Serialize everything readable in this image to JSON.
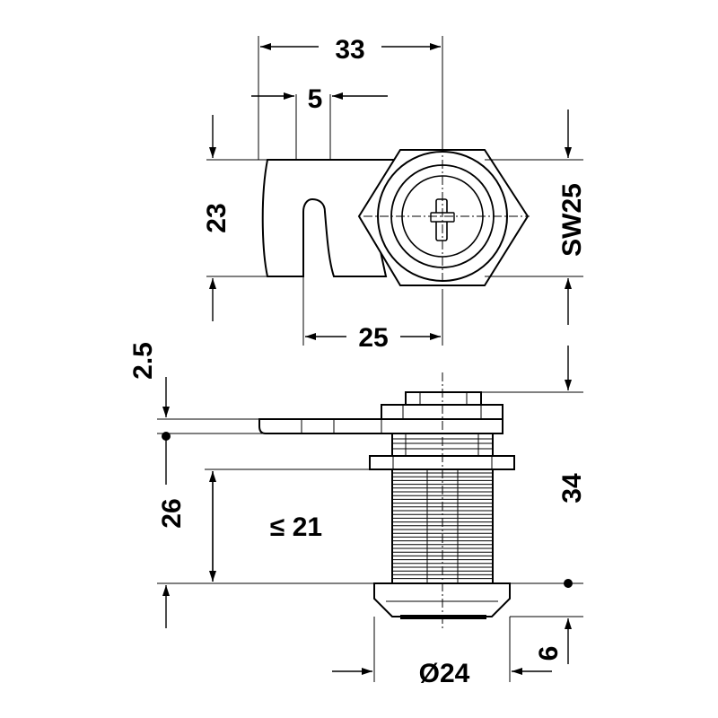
{
  "dimensions": {
    "width_total": "33",
    "cam_thickness": "5",
    "cam_height": "23",
    "nut_size": "SW25",
    "cam_reach": "25",
    "offset_top": "2.5",
    "overall_height": "34",
    "body_length": "26",
    "max_panel": "≤ 21",
    "diameter": "Ø24",
    "flange": "6"
  },
  "colors": {
    "line": "#000000",
    "background": "#ffffff"
  }
}
